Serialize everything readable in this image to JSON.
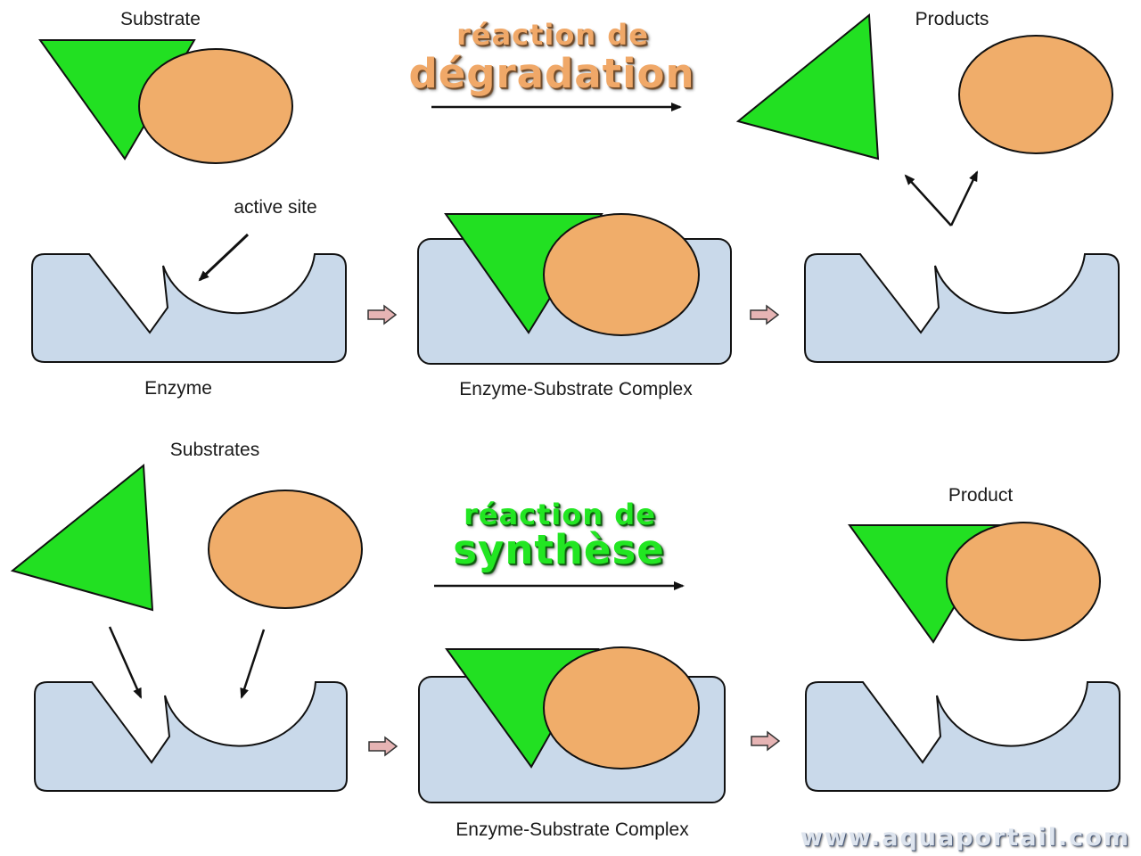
{
  "top": {
    "title_line1": "réaction de",
    "title_line2": "dégradation",
    "substrate_label": "Substrate",
    "products_label": "Products",
    "active_site_label": "active site",
    "enzyme_label": "Enzyme",
    "complex_label": "Enzyme-Substrate Complex"
  },
  "bottom": {
    "title_line1": "réaction de",
    "title_line2": "synthèse",
    "substrates_label": "Substrates",
    "product_label": "Product",
    "complex_label": "Enzyme-Substrate Complex"
  },
  "watermark": "www.aquaportail.com",
  "colors": {
    "triangle_fill": "#22e022",
    "circle_fill": "#f0ad6a",
    "enzyme_fill": "#c9d9ea",
    "degradation_title": "#f0a868",
    "synthesis_title": "#22e622",
    "step_arrow": "#e6b4b4"
  }
}
